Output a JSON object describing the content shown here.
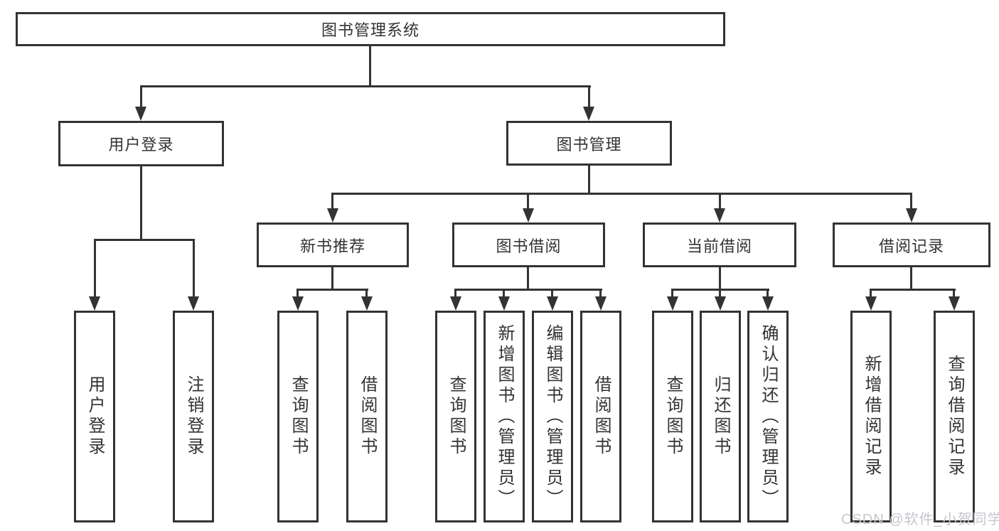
{
  "diagram": {
    "title": "图书管理系统",
    "root": {
      "label": "图书管理系统"
    },
    "branches": [
      {
        "label": "用户登录",
        "children": [
          {
            "label": "用户登录"
          },
          {
            "label": "注销登录"
          }
        ]
      },
      {
        "label": "图书管理",
        "children": [
          {
            "label": "新书推荐",
            "children": [
              {
                "label": "查询图书"
              },
              {
                "label": "借阅图书"
              }
            ]
          },
          {
            "label": "图书借阅",
            "children": [
              {
                "label": "查询图书"
              },
              {
                "label": "新增图书（管理员）"
              },
              {
                "label": "编辑图书（管理员）"
              },
              {
                "label": "借阅图书"
              }
            ]
          },
          {
            "label": "当前借阅",
            "children": [
              {
                "label": "查询图书"
              },
              {
                "label": "归还图书"
              },
              {
                "label": "确认归还（管理员）"
              }
            ]
          },
          {
            "label": "借阅记录",
            "children": [
              {
                "label": "新增借阅记录"
              },
              {
                "label": "查询借阅记录"
              }
            ]
          }
        ]
      }
    ]
  },
  "watermark": {
    "text": "CSDN @软件_小贺同学",
    "color": "#c4c7cc"
  },
  "colors": {
    "line": "#333333",
    "text": "#333333",
    "background": "#ffffff"
  }
}
